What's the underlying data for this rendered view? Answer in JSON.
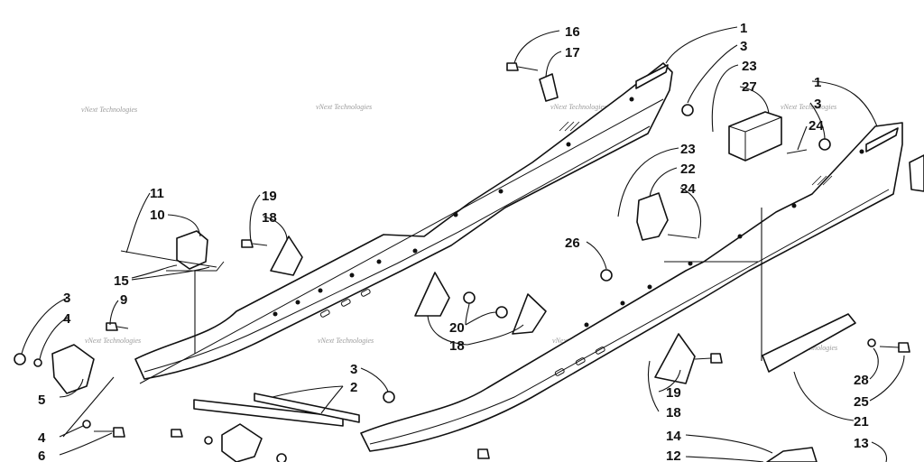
{
  "watermark": "vNext Technologies",
  "callouts": {
    "n1a": "1",
    "n3a": "3",
    "n16": "16",
    "n17": "17",
    "n23a": "23",
    "n27": "27",
    "n1b": "1",
    "n3b": "3",
    "n24a": "24",
    "n23b": "23",
    "n22": "22",
    "n24b": "24",
    "n11": "11",
    "n10": "10",
    "n19a": "19",
    "n18a": "18",
    "n26": "26",
    "n15": "15",
    "n3c": "3",
    "n9": "9",
    "n4a": "4",
    "n20": "20",
    "n18b": "18",
    "n5": "5",
    "n3d": "3",
    "n2": "2",
    "n19b": "19",
    "n18c": "18",
    "n28": "28",
    "n25": "25",
    "n21": "21",
    "n4b": "4",
    "n6": "6",
    "n14": "14",
    "n12": "12",
    "n13": "13"
  }
}
